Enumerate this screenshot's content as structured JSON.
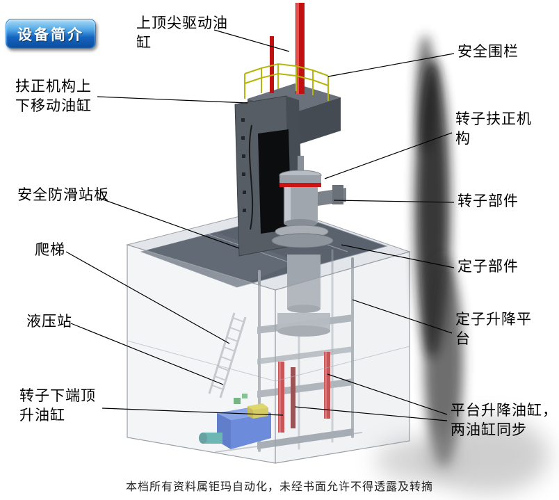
{
  "badge": {
    "label": "设备简介"
  },
  "callouts": [
    {
      "id": "top-pin-drive-cylinder",
      "text": "上顶尖驱动油\n缸"
    },
    {
      "id": "safety-fence",
      "text": "安全围栏"
    },
    {
      "id": "centering-updown-cylinder",
      "text": "扶正机构上\n下移动油缸"
    },
    {
      "id": "rotor-centering-mechanism",
      "text": "转子扶正机\n构"
    },
    {
      "id": "anti-slip-standing-plate",
      "text": "安全防滑站板"
    },
    {
      "id": "rotor-component",
      "text": "转子部件"
    },
    {
      "id": "ladder",
      "text": "爬梯"
    },
    {
      "id": "stator-component",
      "text": "定子部件"
    },
    {
      "id": "hydraulic-station",
      "text": "液压站"
    },
    {
      "id": "stator-lift-platform",
      "text": "定子升降平\n台"
    },
    {
      "id": "rotor-bottom-jack-cylinder",
      "text": "转子下端顶\n升油缸"
    },
    {
      "id": "platform-lift-cylinders",
      "text": "平台升降油缸，\n两油缸同步"
    }
  ],
  "footer": {
    "text": "本档所有资料属钜玛自动化，未经书面允许不得透露及转摘"
  },
  "colors": {
    "badge_blue": "#1565c0",
    "cylinder_red": "#c01010",
    "railing_yellow": "#b5b50a",
    "hydraulic_blue": "#2757c9",
    "frame_gray": "#575e66",
    "enclosure_gray": "#d7dade"
  }
}
